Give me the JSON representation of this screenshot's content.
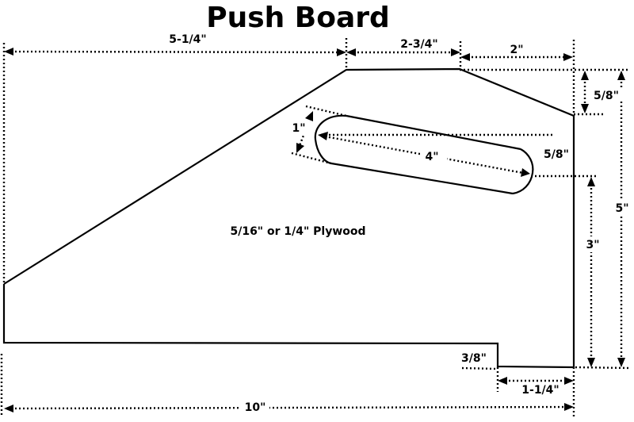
{
  "title": "Push Board",
  "material_label": "5/16\" or 1/4\" Plywood",
  "dimensions": {
    "top_left_length": "5-1/4\"",
    "top_middle_length": "2-3/4\"",
    "top_right_length": "2\"",
    "right_upper_drop": "5/8\"",
    "slot_width": "1\"",
    "slot_length": "4\"",
    "slot_offset": "5/8\"",
    "slot_height_from_bottom": "3\"",
    "total_height": "5\"",
    "notch_depth": "3/8\"",
    "notch_width": "1-1/4\"",
    "total_width": "10\""
  }
}
